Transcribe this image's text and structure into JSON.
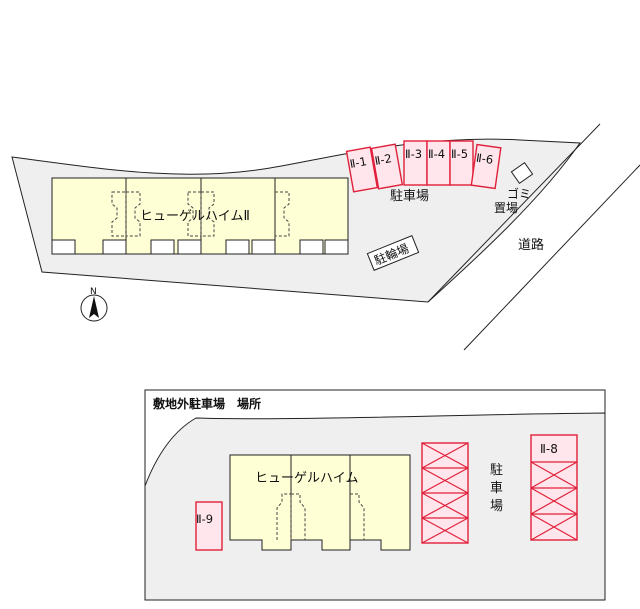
{
  "top_map": {
    "building_name": "ヒューゲルハイムⅡ",
    "parking_label": "駐車場",
    "garbage_label_1": "ゴミ",
    "garbage_label_2": "置場",
    "bicycle_label": "駐輪場",
    "road_label": "道路",
    "north_label": "N",
    "spaces": [
      "Ⅱ-1",
      "Ⅱ-2",
      "Ⅱ-3",
      "Ⅱ-4",
      "Ⅱ-5",
      "Ⅱ-6"
    ]
  },
  "bottom_map": {
    "title": "敷地外駐車場　場所",
    "building_name": "ヒューゲルハイム",
    "parking_label_chars": [
      "駐",
      "車",
      "場"
    ],
    "space_left": "Ⅱ-9",
    "space_right": "Ⅱ-8"
  },
  "colors": {
    "building_fill": "#ffffd6",
    "site_fill": "#efefef",
    "space_stroke": "#e0203a",
    "space_fill": "#ffe6ec"
  }
}
